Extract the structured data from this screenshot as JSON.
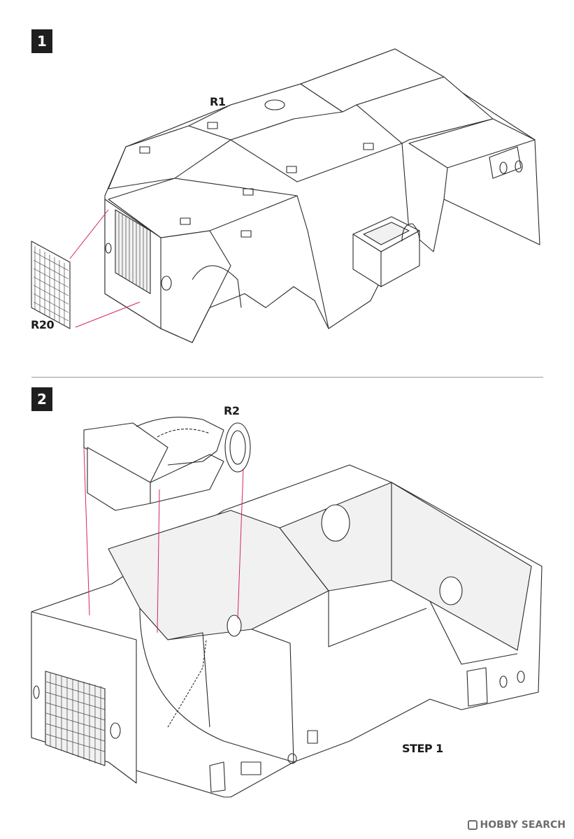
{
  "steps": [
    {
      "number": "1"
    },
    {
      "number": "2"
    }
  ],
  "parts": {
    "r1": "R1",
    "r20": "R20",
    "r2": "R2"
  },
  "caption": "STEP 1",
  "watermark": "HOBBY SEARCH",
  "colors": {
    "guide_line": "#d3246f",
    "badge": "#1f1f1f"
  }
}
